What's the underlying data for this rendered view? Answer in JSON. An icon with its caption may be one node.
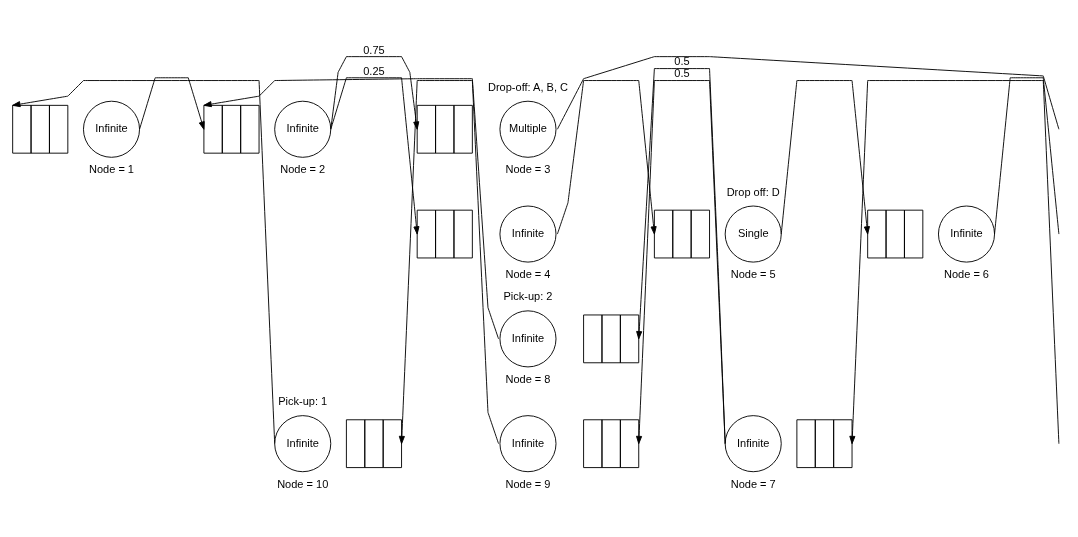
{
  "diagram": {
    "nodes": [
      {
        "text": [],
        "shape": "box"
      },
      {
        "text": [
          "Infinite"
        ],
        "beside": [
          "Node = 1"
        ]
      },
      {
        "text": [],
        "shape": "box"
      },
      {
        "text": [
          "Infinite"
        ],
        "beside": [
          "Node = 2"
        ]
      },
      {
        "text": [],
        "shape": "box"
      },
      {
        "text": [
          "Multiple"
        ],
        "beside": [
          "Drop-off: A, B, C",
          "Node = 3"
        ]
      },
      {
        "text": [],
        "shape": "box"
      },
      {
        "text": [
          "Infinite"
        ],
        "beside": [
          "Node = 4"
        ]
      },
      {
        "text": [],
        "shape": "box"
      },
      {
        "text": [
          "Single"
        ],
        "beside": [
          "Drop off: D",
          "Node = 5"
        ]
      },
      {
        "text": [],
        "shape": "box"
      },
      {
        "text": [
          "Infinite"
        ],
        "beside": [
          "Node = 6"
        ]
      },
      {
        "text": [],
        "shape": "box"
      },
      {
        "text": [
          "Infinite"
        ],
        "beside": [
          "Node = 7"
        ]
      },
      {
        "text": [],
        "shape": "box"
      },
      {
        "text": [
          "Infinite"
        ],
        "beside": [
          "Pick-up: 2",
          "Node = 8"
        ]
      },
      {
        "text": [],
        "shape": "box"
      },
      {
        "text": [
          "Infinite"
        ],
        "beside": [
          "Node = 9"
        ]
      },
      {
        "text": [],
        "shape": "box"
      },
      {
        "text": [
          "Infinite"
        ],
        "beside": [
          "Pick-up: 1",
          "Node = 10"
        ]
      }
    ],
    "edges": [
      {
        "from": 1,
        "to": 2,
        "arrow": "to"
      },
      {
        "from": 3,
        "to": 4,
        "label": "0.75",
        "arrow": "to"
      },
      {
        "from": 3,
        "to": 6,
        "label": "0.25",
        "arrow": "to"
      },
      {
        "from": 7,
        "to": 8,
        "arrow": "to"
      },
      {
        "from": 9,
        "to": 10,
        "arrow": "to"
      },
      {
        "from": 5,
        "to": null,
        "arrow": "none"
      },
      {
        "from": 11,
        "to": null,
        "arrow": "none"
      },
      {
        "from": null,
        "to": 12,
        "arrow": "to"
      },
      {
        "from": 13,
        "to": 14,
        "label": "0.5",
        "arrow": "to"
      },
      {
        "from": 13,
        "to": 16,
        "label": "0.5",
        "arrow": "to"
      },
      {
        "from": 17,
        "to": 18,
        "arrow": "to"
      },
      {
        "from": 15,
        "to": 2,
        "arrow": "to"
      },
      {
        "from": 19,
        "to": 0,
        "arrow": "to"
      }
    ]
  }
}
